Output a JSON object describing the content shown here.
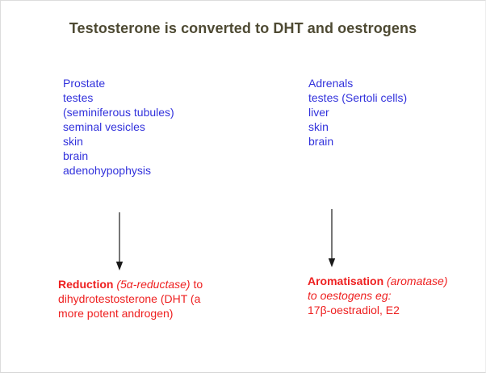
{
  "slide": {
    "title": "Testosterone is converted to DHT and oestrogens",
    "left_column": {
      "items": [
        "Prostate",
        "testes",
        "(seminiferous tubules)",
        "seminal vesicles",
        "skin",
        "brain",
        "adenohypophysis"
      ]
    },
    "right_column": {
      "items": [
        "Adrenals",
        "testes (Sertoli cells)",
        "liver",
        "skin",
        "brain"
      ]
    },
    "left_result": {
      "bold": "Reduction",
      "italic": " (5α-reductase)",
      "tail": " to",
      "line2": "dihydrotestosterone (DHT (a",
      "line3": "more potent androgen)"
    },
    "right_result": {
      "bold": "Aromatisation",
      "italic": " (aromatase)",
      "line2_italic": "to oestogens eg:",
      "line3": "17β-oestradiol, E2"
    },
    "icons": {
      "left_arrow": "down-arrow",
      "right_arrow": "down-arrow"
    },
    "colors": {
      "title_color": "#4e4a33",
      "organ_color": "#3232dc",
      "result_color": "#ee2020",
      "arrow_color": "#1a1a1a"
    }
  }
}
